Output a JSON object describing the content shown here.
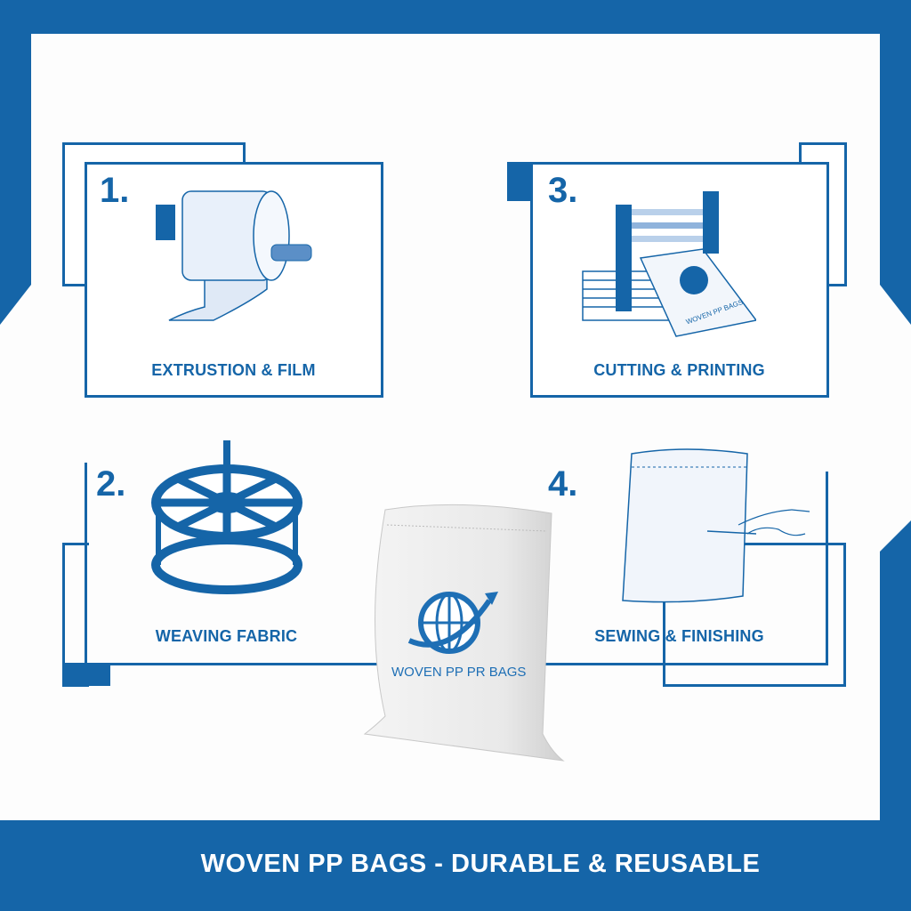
{
  "colors": {
    "brand_blue": "#1565a8",
    "background": "#ffffff"
  },
  "steps": [
    {
      "number": "1.",
      "label": "EXTRUSTION & FILM",
      "icon": "film-roll-icon"
    },
    {
      "number": "2.",
      "label": "WEAVING FABRIC",
      "icon": "weaving-spool-icon"
    },
    {
      "number": "3.",
      "label": "CUTTING & PRINTING",
      "icon": "printing-press-icon"
    },
    {
      "number": "4.",
      "label": "SEWING & FINISHING",
      "icon": "sewing-bag-icon"
    }
  ],
  "product": {
    "bag_print": "WOVEN PP PR BAGS",
    "printed_sheet_text": "WOVEN PP BAGS",
    "icon": "woven-bag-icon"
  },
  "footer": {
    "title": "WOVEN PP BAGS - DURABLE & REUSABLE"
  }
}
